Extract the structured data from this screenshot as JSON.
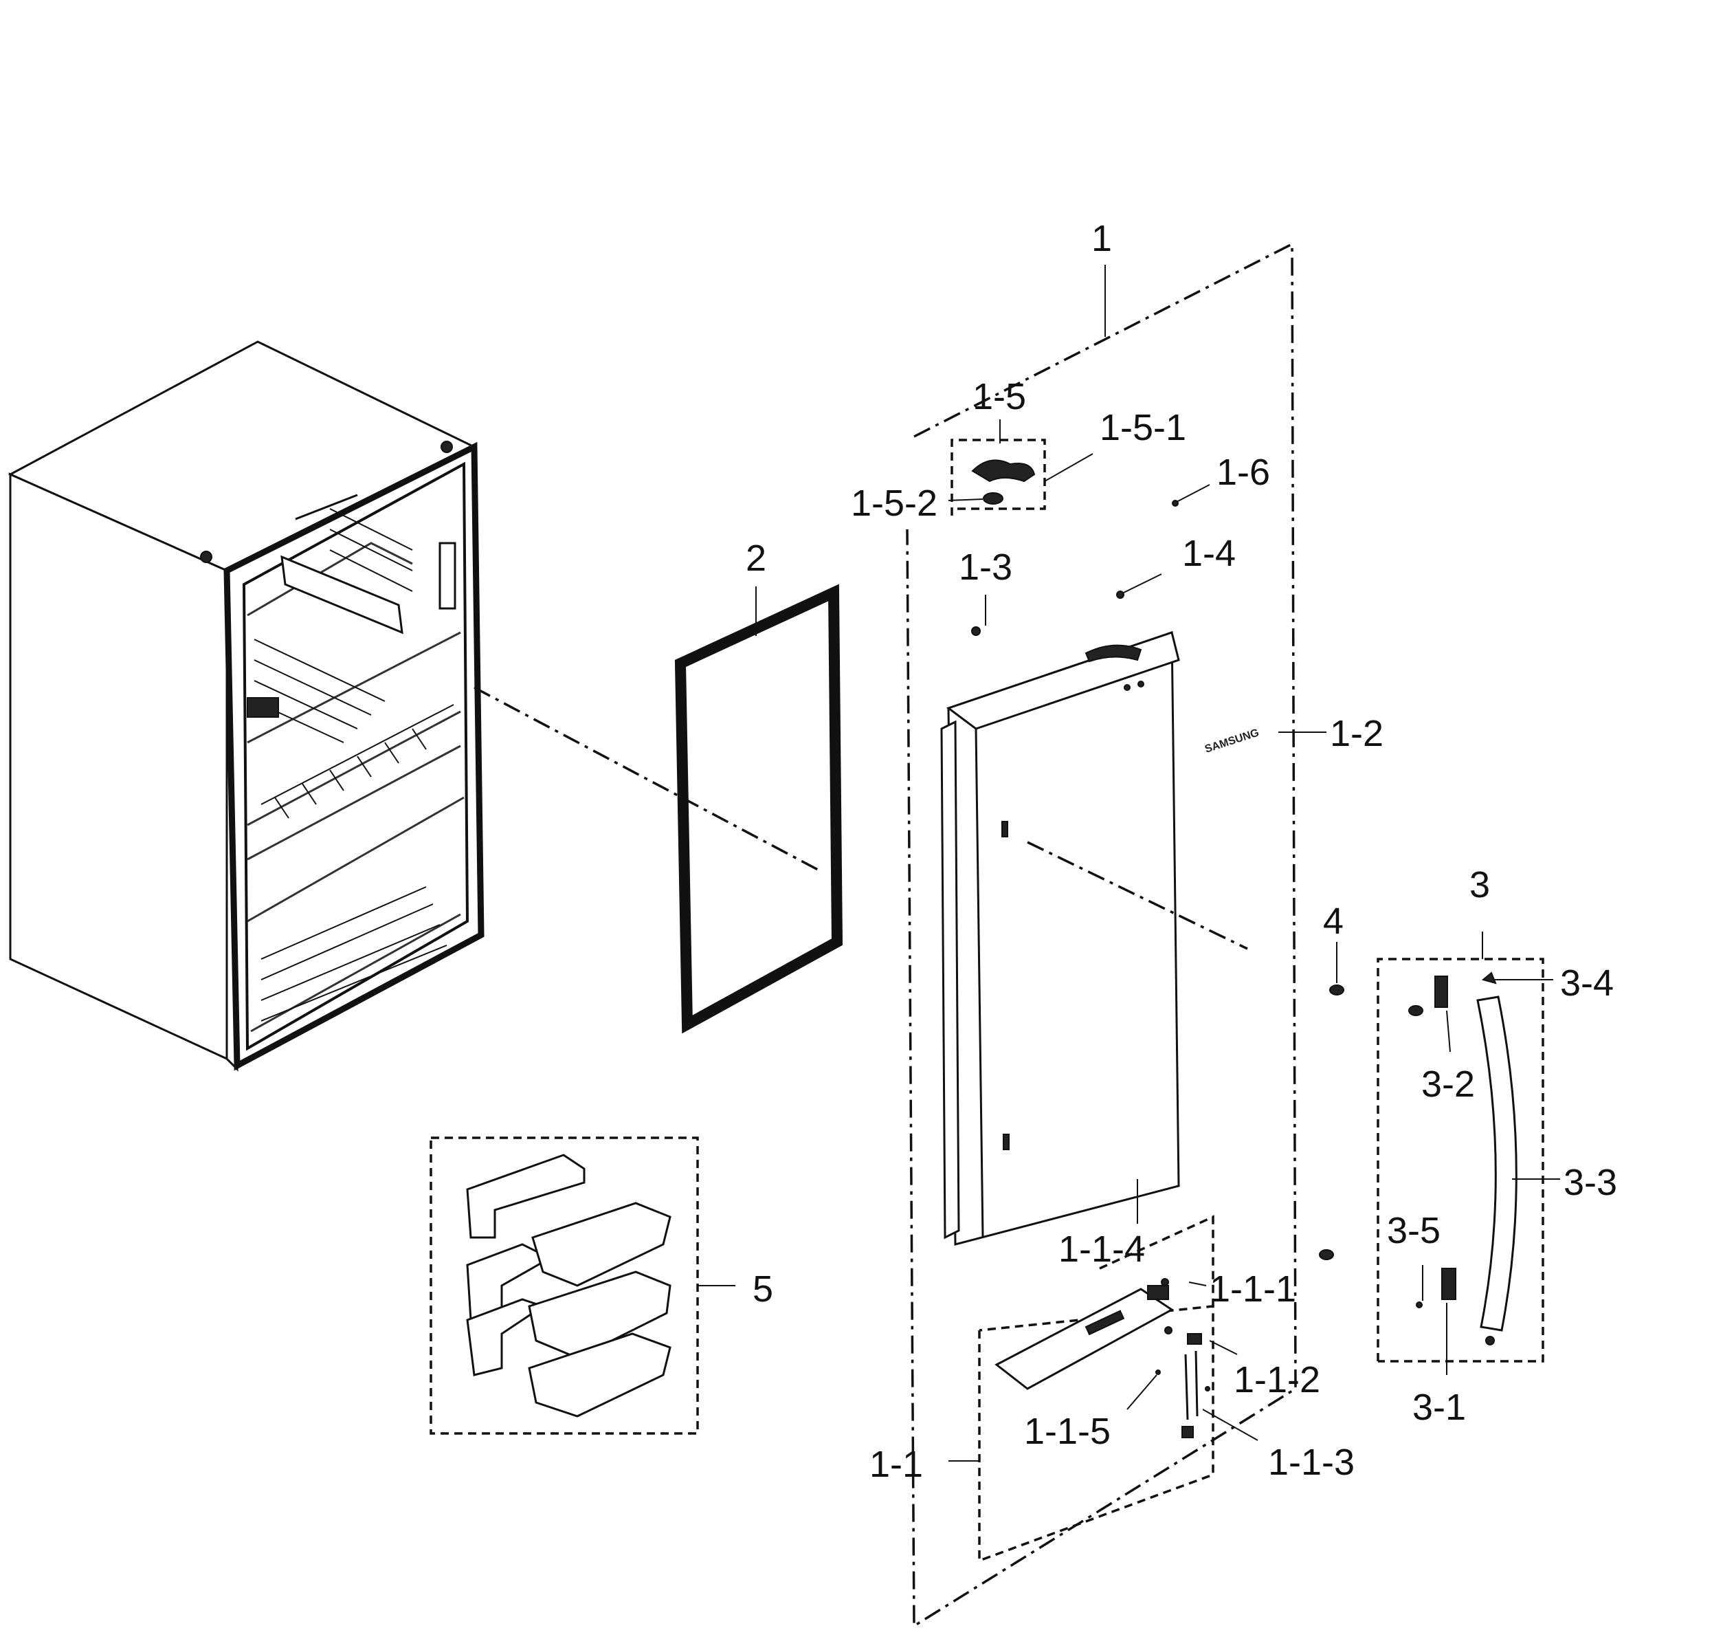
{
  "labels": {
    "l1": "1",
    "l1_5": "1-5",
    "l1_5_1": "1-5-1",
    "l1_5_2": "1-5-2",
    "l1_6": "1-6",
    "l1_3": "1-3",
    "l1_4": "1-4",
    "l1_2": "1-2",
    "l2": "2",
    "l3": "3",
    "l3_4": "3-4",
    "l3_2": "3-2",
    "l3_3": "3-3",
    "l3_5": "3-5",
    "l3_1": "3-1",
    "l4": "4",
    "l5": "5",
    "l1_1": "1-1",
    "l1_1_1": "1-1-1",
    "l1_1_2": "1-1-2",
    "l1_1_3": "1-1-3",
    "l1_1_4": "1-1-4",
    "l1_1_5": "1-1-5"
  },
  "brand_text": "SAMSUNG"
}
